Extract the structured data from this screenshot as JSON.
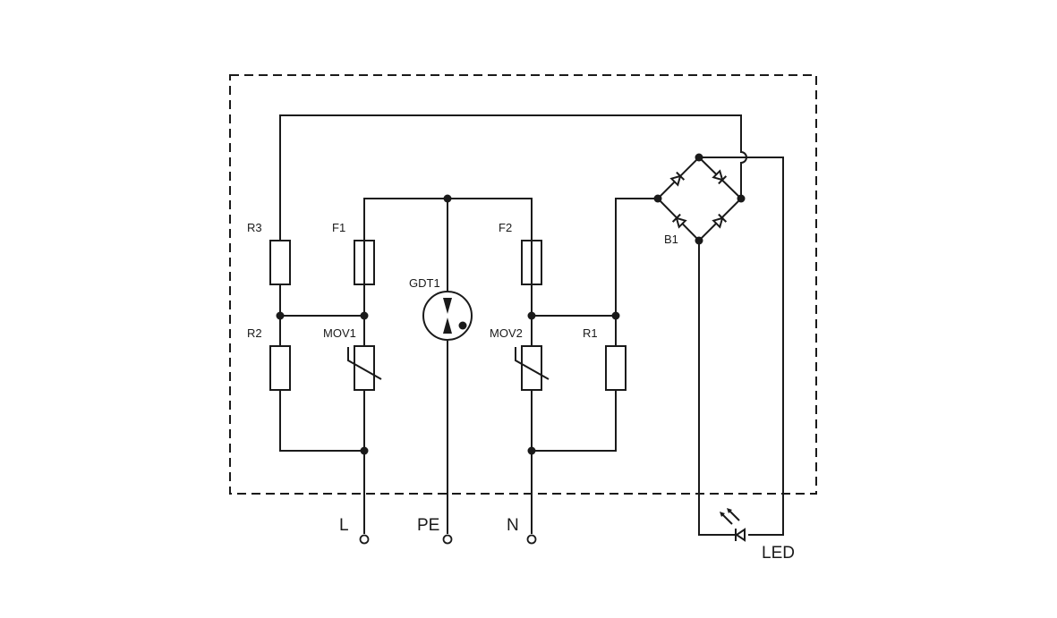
{
  "labels": {
    "r3": "R3",
    "f1": "F1",
    "f2": "F2",
    "gdt1": "GDT1",
    "r2": "R2",
    "mov1": "MOV1",
    "mov2": "MOV2",
    "r1": "R1",
    "b1": "B1",
    "terminal_l": "L",
    "terminal_pe": "PE",
    "terminal_n": "N",
    "led": "LED"
  },
  "colors": {
    "line": "#1a1a1a",
    "background": "#ffffff"
  }
}
